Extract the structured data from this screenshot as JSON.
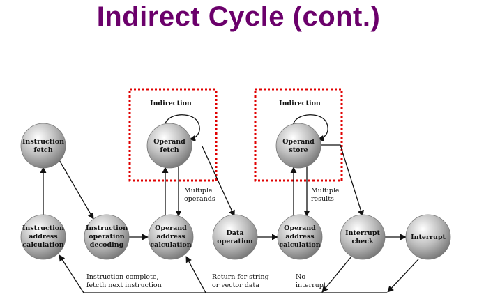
{
  "title": "Indirect Cycle (cont.)",
  "nodes": {
    "instruction_fetch": [
      "Instruction",
      "fetch"
    ],
    "operand_fetch": [
      "Operand",
      "fetch"
    ],
    "operand_store": [
      "Operand",
      "store"
    ],
    "instruction_address_calculation": [
      "Instruction",
      "address",
      "calculation"
    ],
    "instruction_operation_decoding": [
      "Instruction",
      "operation",
      "decoding"
    ],
    "operand_address_calculation_1": [
      "Operand",
      "address",
      "calculation"
    ],
    "data_operation": [
      "Data",
      "operation"
    ],
    "operand_address_calculation_2": [
      "Operand",
      "address",
      "calculation"
    ],
    "interrupt_check": [
      "Interrupt",
      "check"
    ],
    "interrupt": [
      "Interrupt"
    ]
  },
  "labels": {
    "indirection_left": "Indirection",
    "indirection_right": "Indirection",
    "multiple_operands": [
      "Multiple",
      "operands"
    ],
    "multiple_results": [
      "Multiple",
      "results"
    ],
    "instruction_complete": [
      "Instruction complete,",
      "fetcth next instruction"
    ],
    "return_for_string": [
      "Return for string",
      "or vector data"
    ],
    "no_interrupt": [
      "No",
      "interrupt"
    ]
  },
  "colors": {
    "title": "#6b006b",
    "highlight_box": "#e00000"
  }
}
